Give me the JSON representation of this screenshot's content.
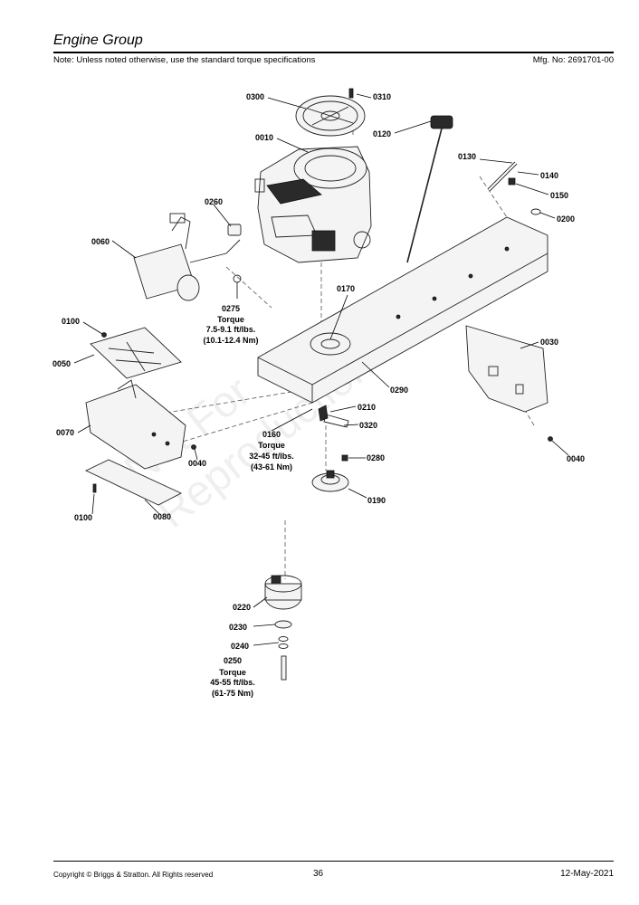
{
  "header": {
    "title": "Engine Group",
    "note": "Note: Unless noted otherwise, use the standard torque specifications",
    "mfg_no": "Mfg. No: 2691701-00"
  },
  "callouts": [
    {
      "id": "c0300",
      "label": "0300"
    },
    {
      "id": "c0310",
      "label": "0310"
    },
    {
      "id": "c0010",
      "label": "0010"
    },
    {
      "id": "c0120",
      "label": "0120"
    },
    {
      "id": "c0130",
      "label": "0130"
    },
    {
      "id": "c0140",
      "label": "0140"
    },
    {
      "id": "c0150",
      "label": "0150"
    },
    {
      "id": "c0200",
      "label": "0200"
    },
    {
      "id": "c0260",
      "label": "0260"
    },
    {
      "id": "c0060",
      "label": "0060"
    },
    {
      "id": "c0170",
      "label": "0170"
    },
    {
      "id": "c0100a",
      "label": "0100"
    },
    {
      "id": "c0050",
      "label": "0050"
    },
    {
      "id": "c0030",
      "label": "0030"
    },
    {
      "id": "c0290",
      "label": "0290"
    },
    {
      "id": "c0070",
      "label": "0070"
    },
    {
      "id": "c0210",
      "label": "0210"
    },
    {
      "id": "c0320",
      "label": "0320"
    },
    {
      "id": "c0280",
      "label": "0280"
    },
    {
      "id": "c0040a",
      "label": "0040"
    },
    {
      "id": "c0040b",
      "label": "0040"
    },
    {
      "id": "c0190",
      "label": "0190"
    },
    {
      "id": "c0100b",
      "label": "0100"
    },
    {
      "id": "c0080",
      "label": "0080"
    },
    {
      "id": "c0220",
      "label": "0220"
    },
    {
      "id": "c0230",
      "label": "0230"
    },
    {
      "id": "c0240",
      "label": "0240"
    }
  ],
  "torque_notes": {
    "t0275": {
      "part": "0275",
      "torque": "Torque",
      "ftlb": "7.5-9.1 ft/lbs.",
      "nm": "(10.1-12.4 Nm)"
    },
    "t0160": {
      "part": "0160",
      "torque": "Torque",
      "ftlb": "32-45 ft/lbs.",
      "nm": "(43-61 Nm)"
    },
    "t0250": {
      "part": "0250",
      "torque": "Torque",
      "ftlb": "45-55 ft/lbs.",
      "nm": "(61-75 Nm)"
    }
  },
  "watermark": {
    "line1": "Not For",
    "line2": "Reproduction"
  },
  "footer": {
    "copyright": "Copyright ©  Briggs & Stratton. All Rights reserved",
    "page": "36",
    "date": "12-May-2021"
  }
}
